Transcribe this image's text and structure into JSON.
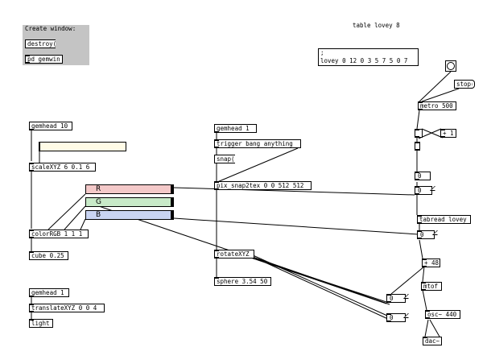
{
  "window": {
    "group_label": "Create window:",
    "gemwin_msg": "destroy(",
    "gemwin_obj": "pd gemwin"
  },
  "table": {
    "header": "table lovey 8",
    "list_line": "lovey 0 12 0 3 5 7 5 0 7",
    "semicolon": ";"
  },
  "left_chain": {
    "gemhead": "gemhead 10",
    "scale": "scaleXYZ 6 0.1 6",
    "color": "colorRGB 1 1 1",
    "cube": "cube 0.25"
  },
  "light_chain": {
    "gemhead": "gemhead 1",
    "translate": "translateXYZ 0 0 4",
    "light": "light"
  },
  "sliders": [
    {
      "label": "R",
      "color": "#f4c9c9"
    },
    {
      "label": "G",
      "color": "#c8eac8"
    },
    {
      "label": "B",
      "color": "#c9d4f2"
    }
  ],
  "mid_chain": {
    "gemhead": "gemhead 1",
    "trigger": "trigger bang anything",
    "snap": "snap(",
    "snap2tex": "pix_snap2tex 0 0 512 512",
    "rotate": "rotateXYZ",
    "sphere": "sphere 3.54 50"
  },
  "right_chain": {
    "stop": "stop(",
    "metro": "metro 500",
    "plus1": "+ 1",
    "num1": "0",
    "num2": "0",
    "tabread": "tabread lovey",
    "num3": "0",
    "plus48": "+ 48",
    "mtof": "mtof",
    "osc": "osc~ 440",
    "dac": "dac~",
    "num_left1": "0",
    "num_left2": "0"
  }
}
